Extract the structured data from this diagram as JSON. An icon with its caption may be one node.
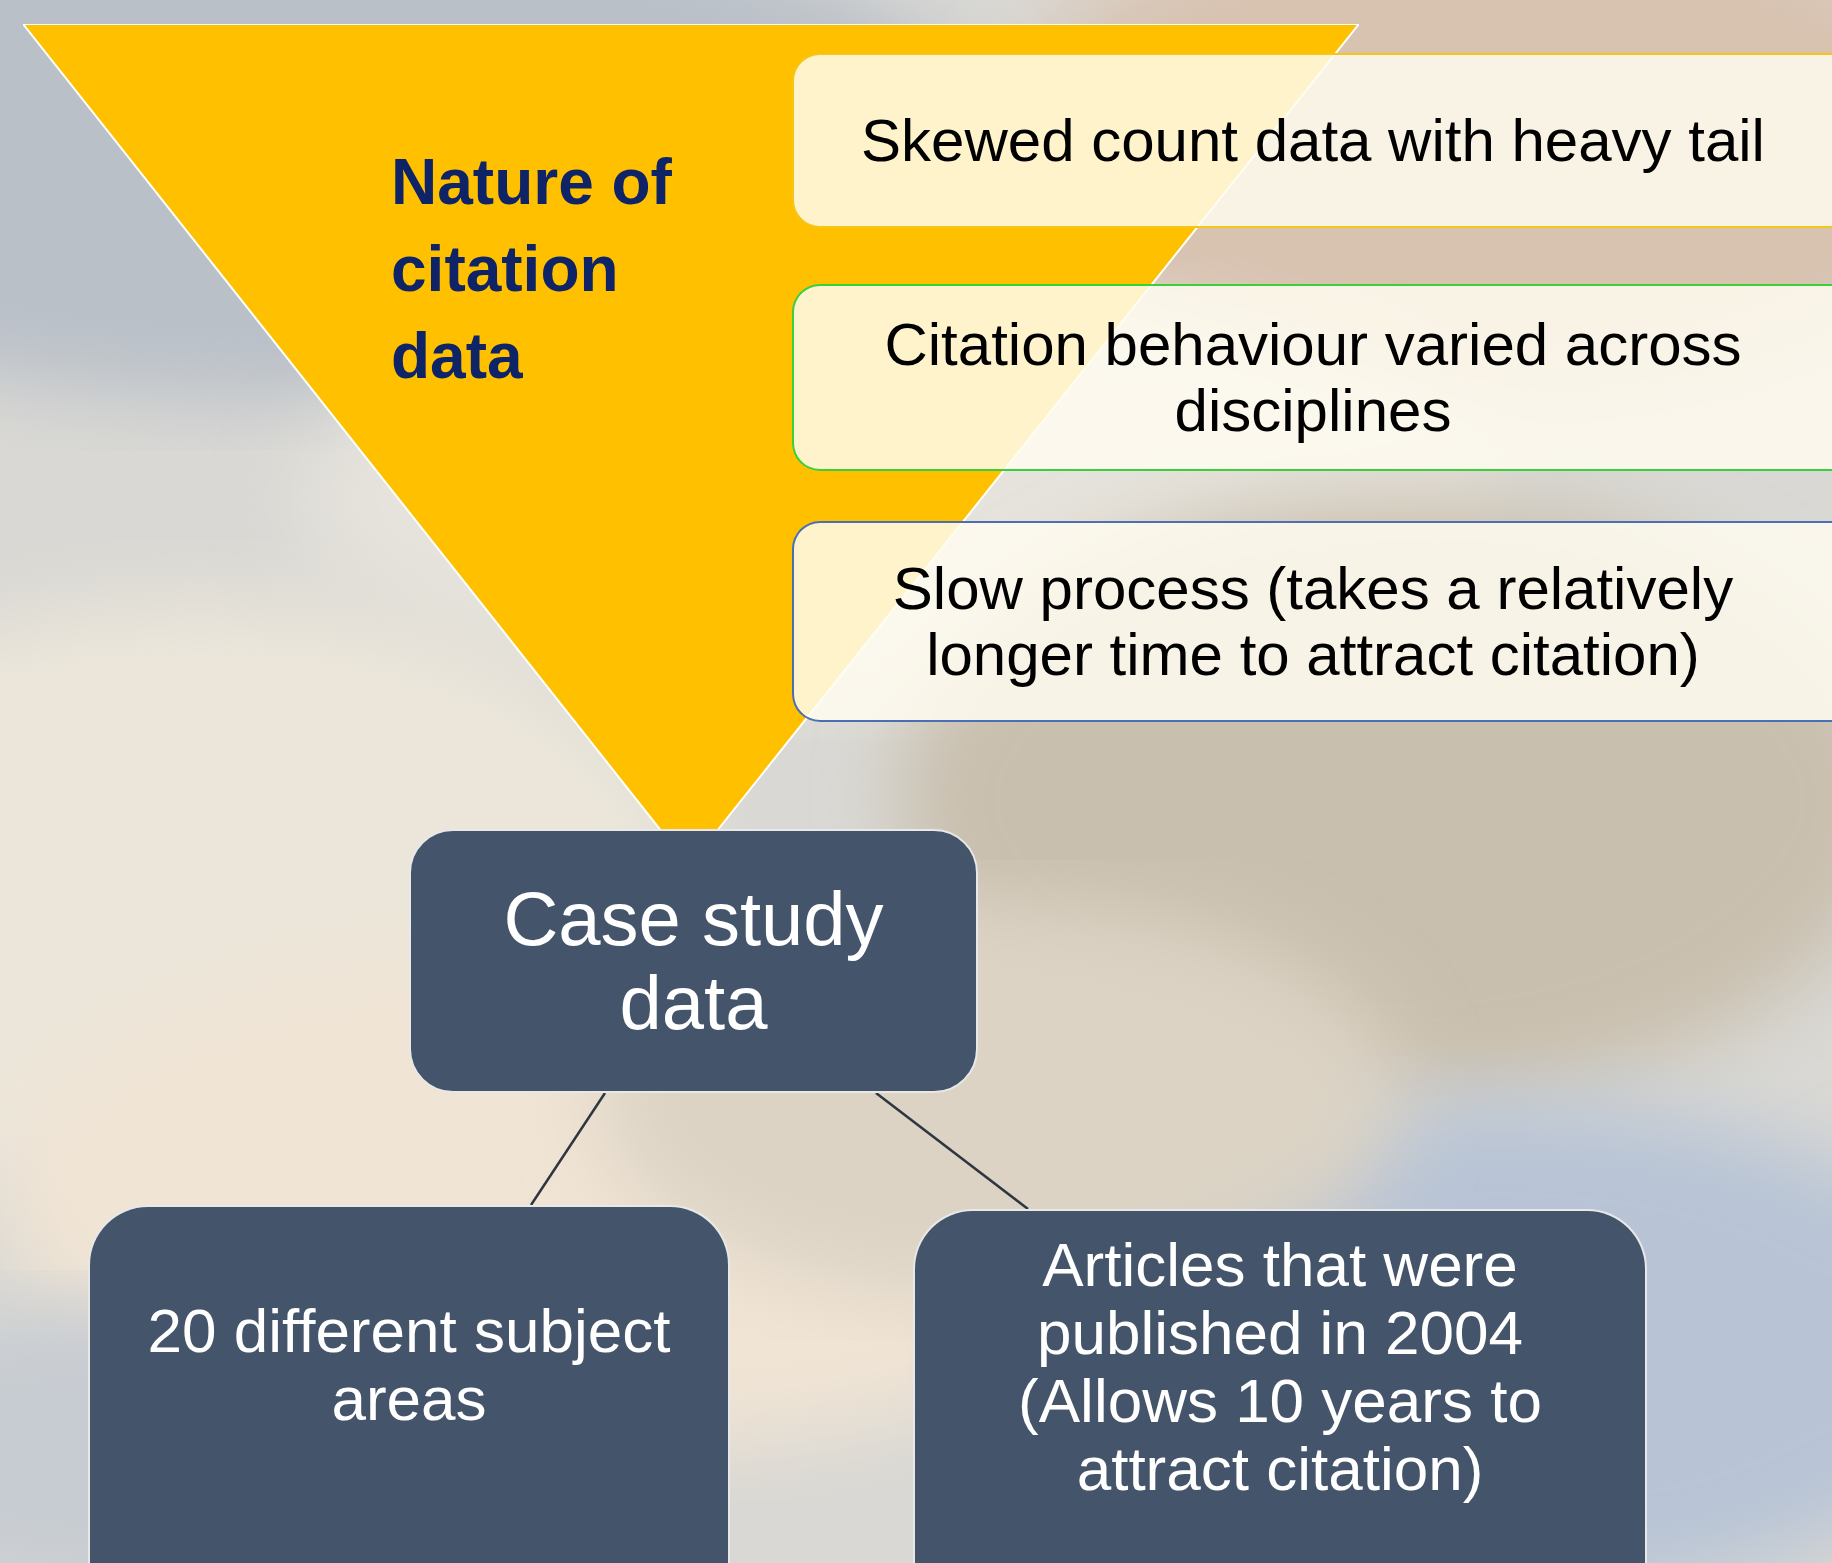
{
  "diagram": {
    "nodes": [
      {
        "text": [
          "Nature of citation data"
        ]
      },
      {
        "text": [
          "Skewed count data with heavy tail"
        ]
      },
      {
        "text": [
          "Citation behaviour varied across disciplines"
        ]
      },
      {
        "text": [
          "Slow process (takes a relatively longer time to attract citation)"
        ]
      },
      {
        "text": [
          "Case study data"
        ]
      },
      {
        "text": [
          "20 different subject areas"
        ]
      },
      {
        "text": [
          "Articles that were published in 2004 (Allows 10 years to attract citation)"
        ]
      }
    ],
    "edges": [
      {
        "from": 4,
        "to": 5,
        "arrow": "none"
      },
      {
        "from": 4,
        "to": 6,
        "arrow": "none"
      }
    ]
  }
}
